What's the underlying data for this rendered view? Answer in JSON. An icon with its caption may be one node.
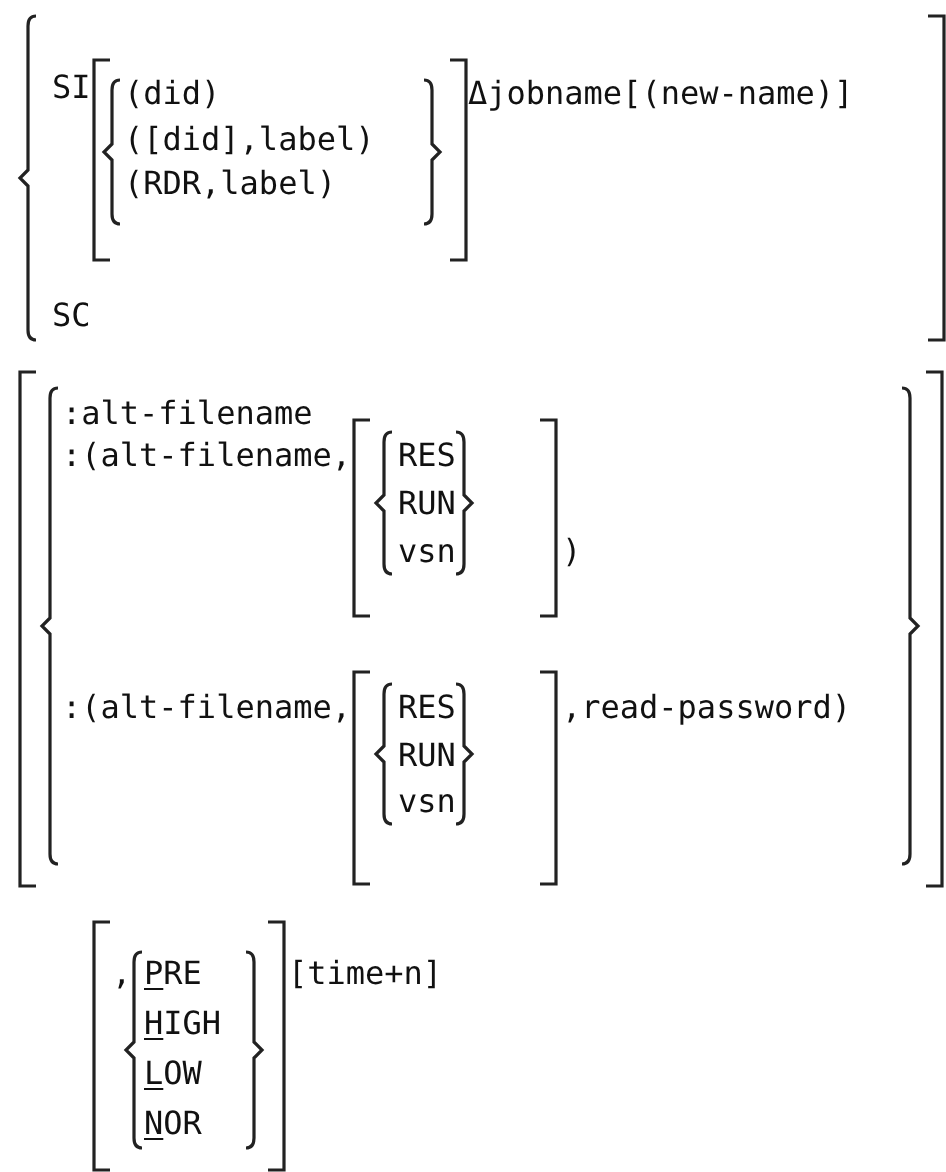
{
  "diagram": {
    "labels": [
      "SI",
      "(did)",
      "([did],label)",
      "(RDR,label)",
      "Δjobname[(new-name)]",
      "SC",
      ":alt-filename",
      ":(alt-filename,",
      "RES",
      "RUN",
      "vsn",
      ")",
      ":(alt-filename,",
      "RES",
      "RUN",
      "vsn",
      ",read-password)",
      ",",
      "PRE",
      "HIGH",
      "LOW",
      "NOR",
      "[time+n]"
    ]
  }
}
